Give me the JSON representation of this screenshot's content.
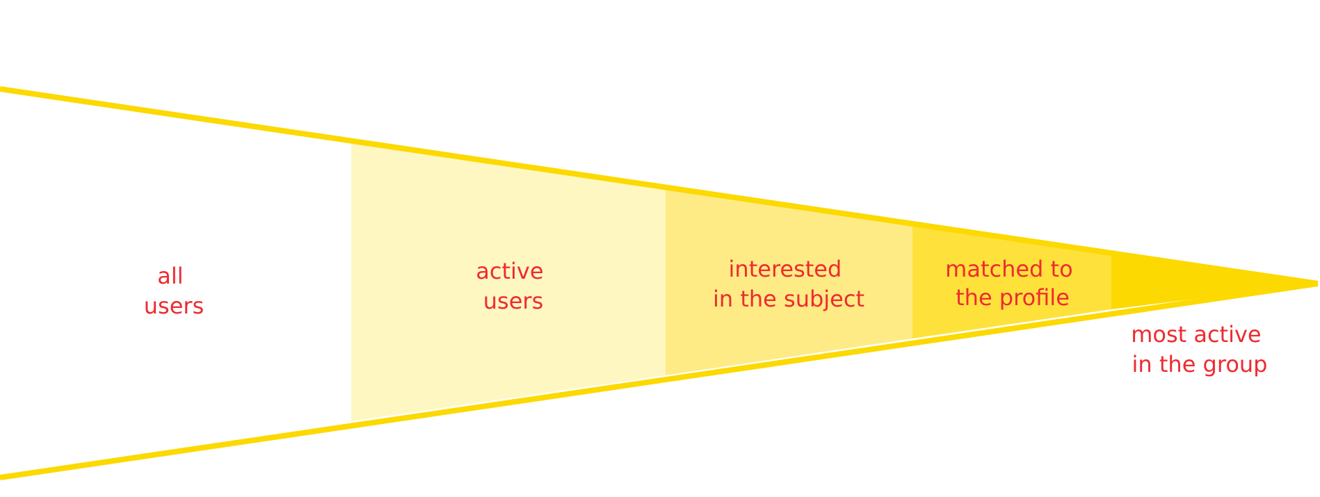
{
  "funnel": {
    "stages": [
      {
        "line1": "all",
        "line2": "users"
      },
      {
        "line1": "active",
        "line2": "users"
      },
      {
        "line1": "interested",
        "line2": "in the subject"
      },
      {
        "line1": "matched to",
        "line2": "the profile"
      },
      {
        "line1": "most active",
        "line2": "in the group"
      }
    ],
    "colors": {
      "outline": "#fcd900",
      "band_1": "#fff7c2",
      "band_2": "#ffeb85",
      "band_3": "#ffe13c",
      "tip": "#fcd900",
      "label": "#ee2b30"
    }
  }
}
